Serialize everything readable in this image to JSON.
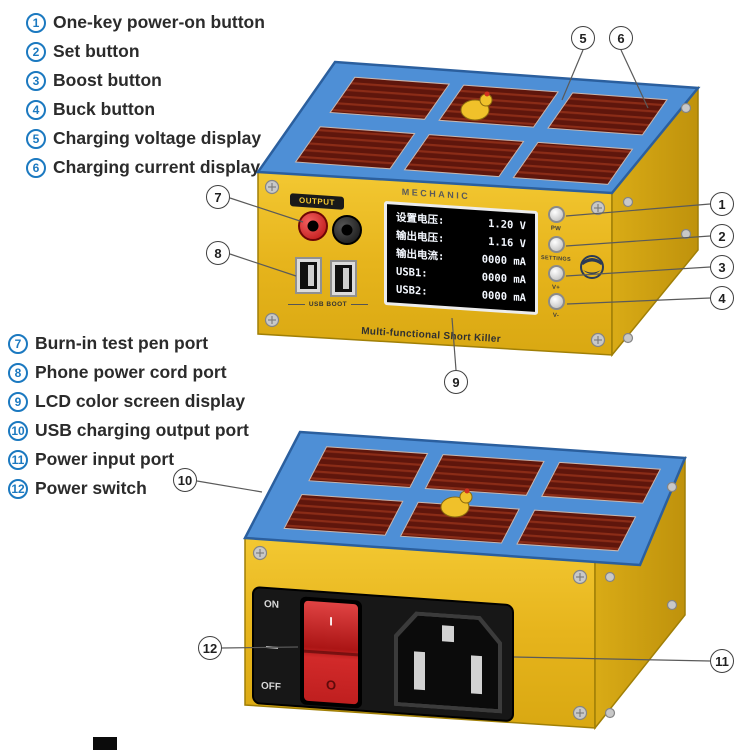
{
  "legend": {
    "top": [
      {
        "num": "1",
        "label": "One-key power-on button"
      },
      {
        "num": "2",
        "label": "Set button"
      },
      {
        "num": "3",
        "label": "Boost button"
      },
      {
        "num": "4",
        "label": "Buck button"
      },
      {
        "num": "5",
        "label": "Charging voltage display"
      },
      {
        "num": "6",
        "label": "Charging current display"
      }
    ],
    "bottom": [
      {
        "num": "7",
        "label": "Burn-in test pen port"
      },
      {
        "num": "8",
        "label": "Phone power cord port"
      },
      {
        "num": "9",
        "label": "LCD color screen display"
      },
      {
        "num": "10",
        "label": "USB charging output port"
      },
      {
        "num": "11",
        "label": "Power input port"
      },
      {
        "num": "12",
        "label": "Power switch"
      }
    ]
  },
  "front_device": {
    "brand": "MECHANIC",
    "output_label": "OUTPUT",
    "usb_label": "USB BOOT",
    "model_label": "Multi-functional Short Killer",
    "screen_lines": [
      {
        "label": "设置电压:",
        "value": "1.20 V"
      },
      {
        "label": "输出电压:",
        "value": "1.16 V"
      },
      {
        "label": "输出电流:",
        "value": "0000 mA"
      },
      {
        "label": "USB1:",
        "value": "0000 mA"
      },
      {
        "label": "USB2:",
        "value": "0000 mA"
      }
    ],
    "button_labels": [
      "PW",
      "SETTINGS",
      "V+",
      "V-"
    ]
  },
  "back_device": {
    "switch_on": "ON",
    "switch_off": "OFF",
    "switch_i": "I",
    "switch_o": "O"
  },
  "callouts": [
    "1",
    "2",
    "3",
    "4",
    "5",
    "6",
    "7",
    "8",
    "9",
    "10",
    "11",
    "12"
  ],
  "colors": {
    "legend_accent": "#1b79c0",
    "body_yellow": "#e6b41c",
    "plate_blue": "#4e8fd6",
    "display_red": "#5f160c",
    "rocker_red": "#c42020"
  }
}
